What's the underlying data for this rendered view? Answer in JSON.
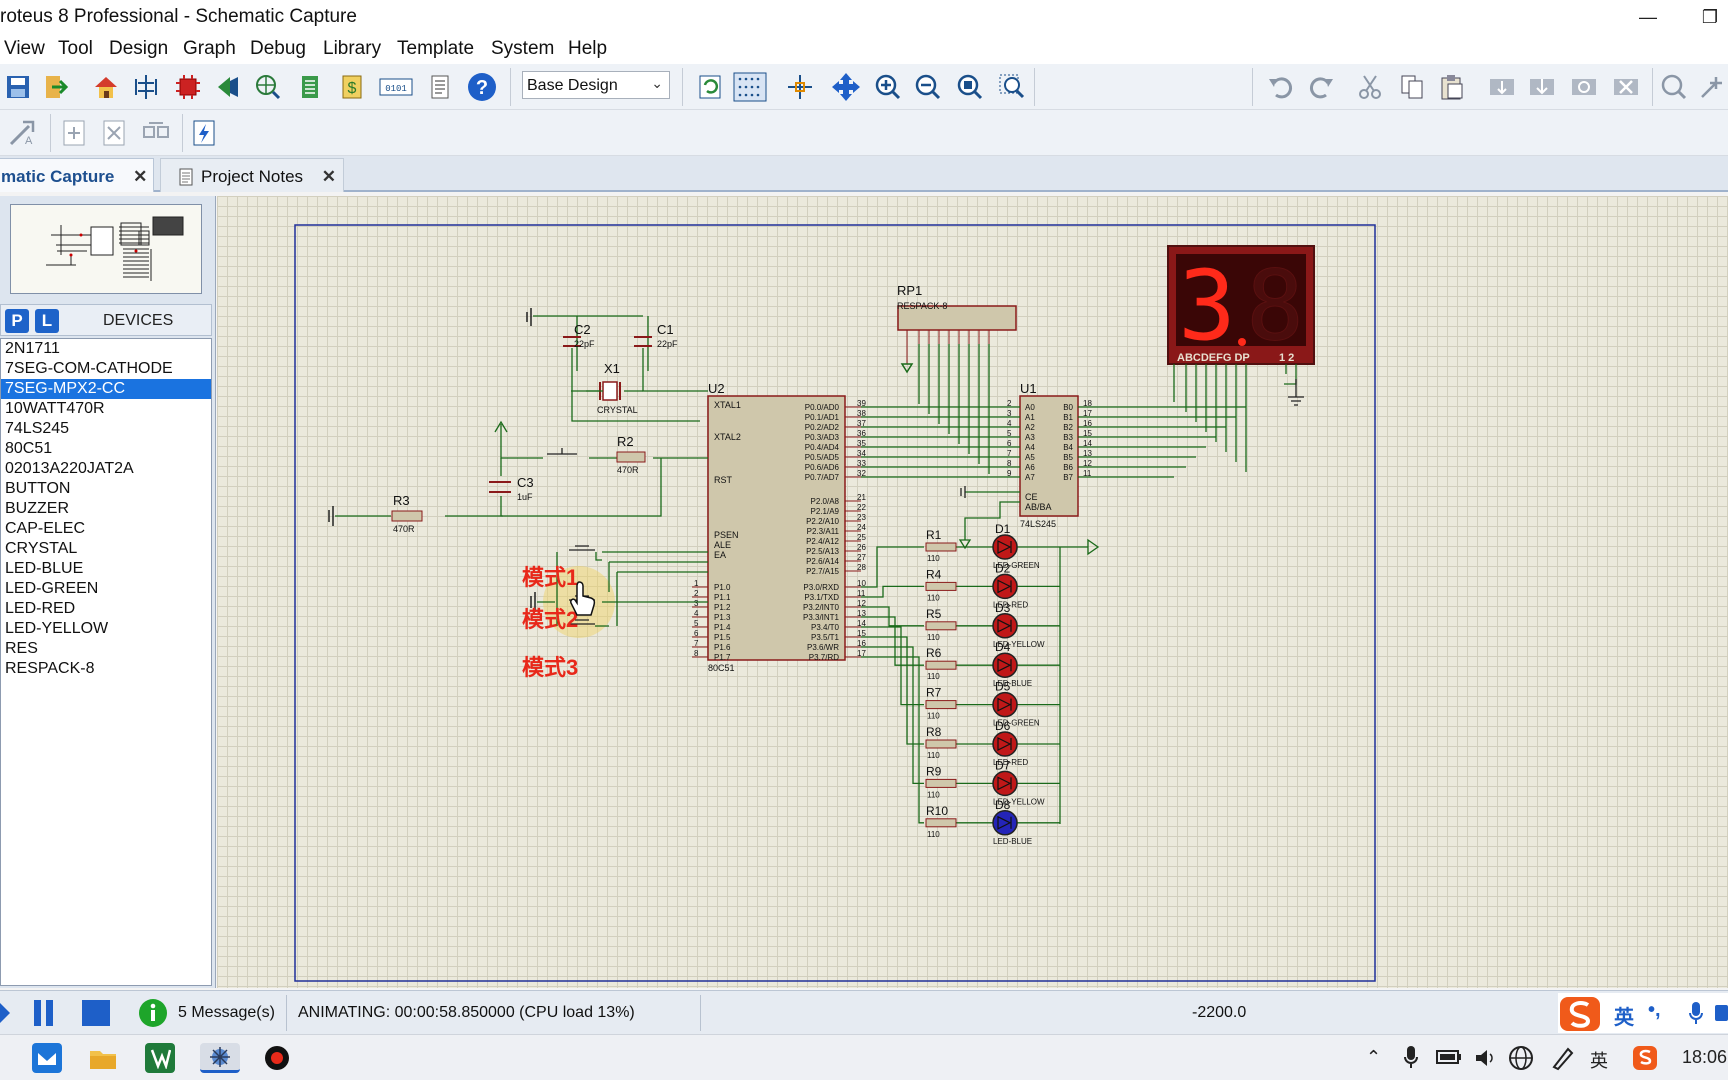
{
  "window": {
    "title": "roteus 8 Professional - Schematic Capture",
    "minimize": "—",
    "restore": "❐"
  },
  "menu": [
    "View",
    "Tool",
    "Design",
    "Graph",
    "Debug",
    "Library",
    "Template",
    "System",
    "Help"
  ],
  "toolbar": {
    "variant_select": "Base Design",
    "variant_arrow": "⌄",
    "help_glyph": "?",
    "dollar_glyph": "$",
    "binary_glyph": "0101"
  },
  "tabs": [
    {
      "label": "matic Capture",
      "close": "✕"
    },
    {
      "label": "Project Notes",
      "close": "✕"
    }
  ],
  "devices": {
    "p_button": "P",
    "l_button": "L",
    "title": "DEVICES",
    "items": [
      "2N1711",
      "7SEG-COM-CATHODE",
      "7SEG-MPX2-CC",
      "10WATT470R",
      "74LS245",
      "80C51",
      "02013A220JAT2A",
      "BUTTON",
      "BUZZER",
      "CAP-ELEC",
      "CRYSTAL",
      "LED-BLUE",
      "LED-GREEN",
      "LED-RED",
      "LED-YELLOW",
      "RES",
      "RESPACK-8"
    ],
    "selected_index": 2
  },
  "schematic": {
    "rp1_ref": "RP1",
    "rp1_value": "RESPACK-8",
    "c2_ref": "C2",
    "c2_value": "22pF",
    "c1_ref": "C1",
    "c1_value": "22pF",
    "x1_ref": "X1",
    "x1_value": "CRYSTAL",
    "r2_ref": "R2",
    "r2_value": "470R",
    "c3_ref": "C3",
    "c3_value": "1uF",
    "r3_ref": "R3",
    "r3_value": "470R",
    "u2_ref": "U2",
    "u2_value": "80C51",
    "u1_ref": "U1",
    "u1_value": "74LS245",
    "mode1": "模式1",
    "mode2": "模式2",
    "mode3": "模式3",
    "display_value": "3.8",
    "display_digit1": "3",
    "display_digit2": "8",
    "display_segments": "ABCDEFG  DP",
    "display_digits": "1 2",
    "xtal1": "XTAL1",
    "xtal2": "XTAL2",
    "rst": "RST",
    "psen": "PSEN",
    "ale": "ALE",
    "ea": "EA",
    "p0_pins": [
      "P0.0/AD0",
      "P0.1/AD1",
      "P0.2/AD2",
      "P0.3/AD3",
      "P0.4/AD4",
      "P0.5/AD5",
      "P0.6/AD6",
      "P0.7/AD7"
    ],
    "p0_nums": [
      "39",
      "38",
      "37",
      "36",
      "35",
      "34",
      "33",
      "32"
    ],
    "p2_pins": [
      "P2.0/A8",
      "P2.1/A9",
      "P2.2/A10",
      "P2.3/A11",
      "P2.4/A12",
      "P2.5/A13",
      "P2.6/A14",
      "P2.7/A15"
    ],
    "p2_nums": [
      "21",
      "22",
      "23",
      "24",
      "25",
      "26",
      "27",
      "28"
    ],
    "p1_pins": [
      "P1.0",
      "P1.1",
      "P1.2",
      "P1.3",
      "P1.4",
      "P1.5",
      "P1.6",
      "P1.7"
    ],
    "p1_nums": [
      "1",
      "2",
      "3",
      "4",
      "5",
      "6",
      "7",
      "8"
    ],
    "p3_pins": [
      "P3.0/RXD",
      "P3.1/TXD",
      "P3.2/INT0",
      "P3.3/INT1",
      "P3.4/T0",
      "P3.5/T1",
      "P3.6/WR",
      "P3.7/RD"
    ],
    "p3_nums": [
      "10",
      "11",
      "12",
      "13",
      "14",
      "15",
      "16",
      "17"
    ],
    "u1_a": [
      "A0",
      "A1",
      "A2",
      "A3",
      "A4",
      "A5",
      "A6",
      "A7"
    ],
    "u1_b": [
      "B0",
      "B1",
      "B2",
      "B3",
      "B4",
      "B5",
      "B6",
      "B7"
    ],
    "u1_a_nums": [
      "2",
      "3",
      "4",
      "5",
      "6",
      "7",
      "8",
      "9"
    ],
    "u1_b_nums": [
      "18",
      "17",
      "16",
      "15",
      "14",
      "13",
      "12",
      "11"
    ],
    "u1_ce": "CE",
    "u1_abba": "AB/BA",
    "leds": [
      {
        "r": "R1",
        "rv": "110",
        "d": "D1",
        "dv": "LED-GREEN",
        "color": "#c01818"
      },
      {
        "r": "R4",
        "rv": "110",
        "d": "D2",
        "dv": "LED-RED",
        "color": "#c01818"
      },
      {
        "r": "R5",
        "rv": "110",
        "d": "D3",
        "dv": "LED-YELLOW",
        "color": "#c01818"
      },
      {
        "r": "R6",
        "rv": "110",
        "d": "D4",
        "dv": "LED-BLUE",
        "color": "#c01818"
      },
      {
        "r": "R7",
        "rv": "110",
        "d": "D5",
        "dv": "LED-GREEN",
        "color": "#c01818"
      },
      {
        "r": "R8",
        "rv": "110",
        "d": "D6",
        "dv": "LED-RED",
        "color": "#c01818"
      },
      {
        "r": "R9",
        "rv": "110",
        "d": "D7",
        "dv": "LED-YELLOW",
        "color": "#c01818"
      },
      {
        "r": "R10",
        "rv": "110",
        "d": "D8",
        "dv": "LED-BLUE",
        "color": "#2424b8"
      }
    ]
  },
  "status": {
    "messages": "5 Message(s)",
    "animating": "ANIMATING: 00:00:58.850000 (CPU load 13%)",
    "coordinate": "-2200.0"
  },
  "taskbar": {
    "clock": "18:06",
    "ime_lang": "英",
    "ime_punct": "•,",
    "ime_lang2": "英"
  }
}
